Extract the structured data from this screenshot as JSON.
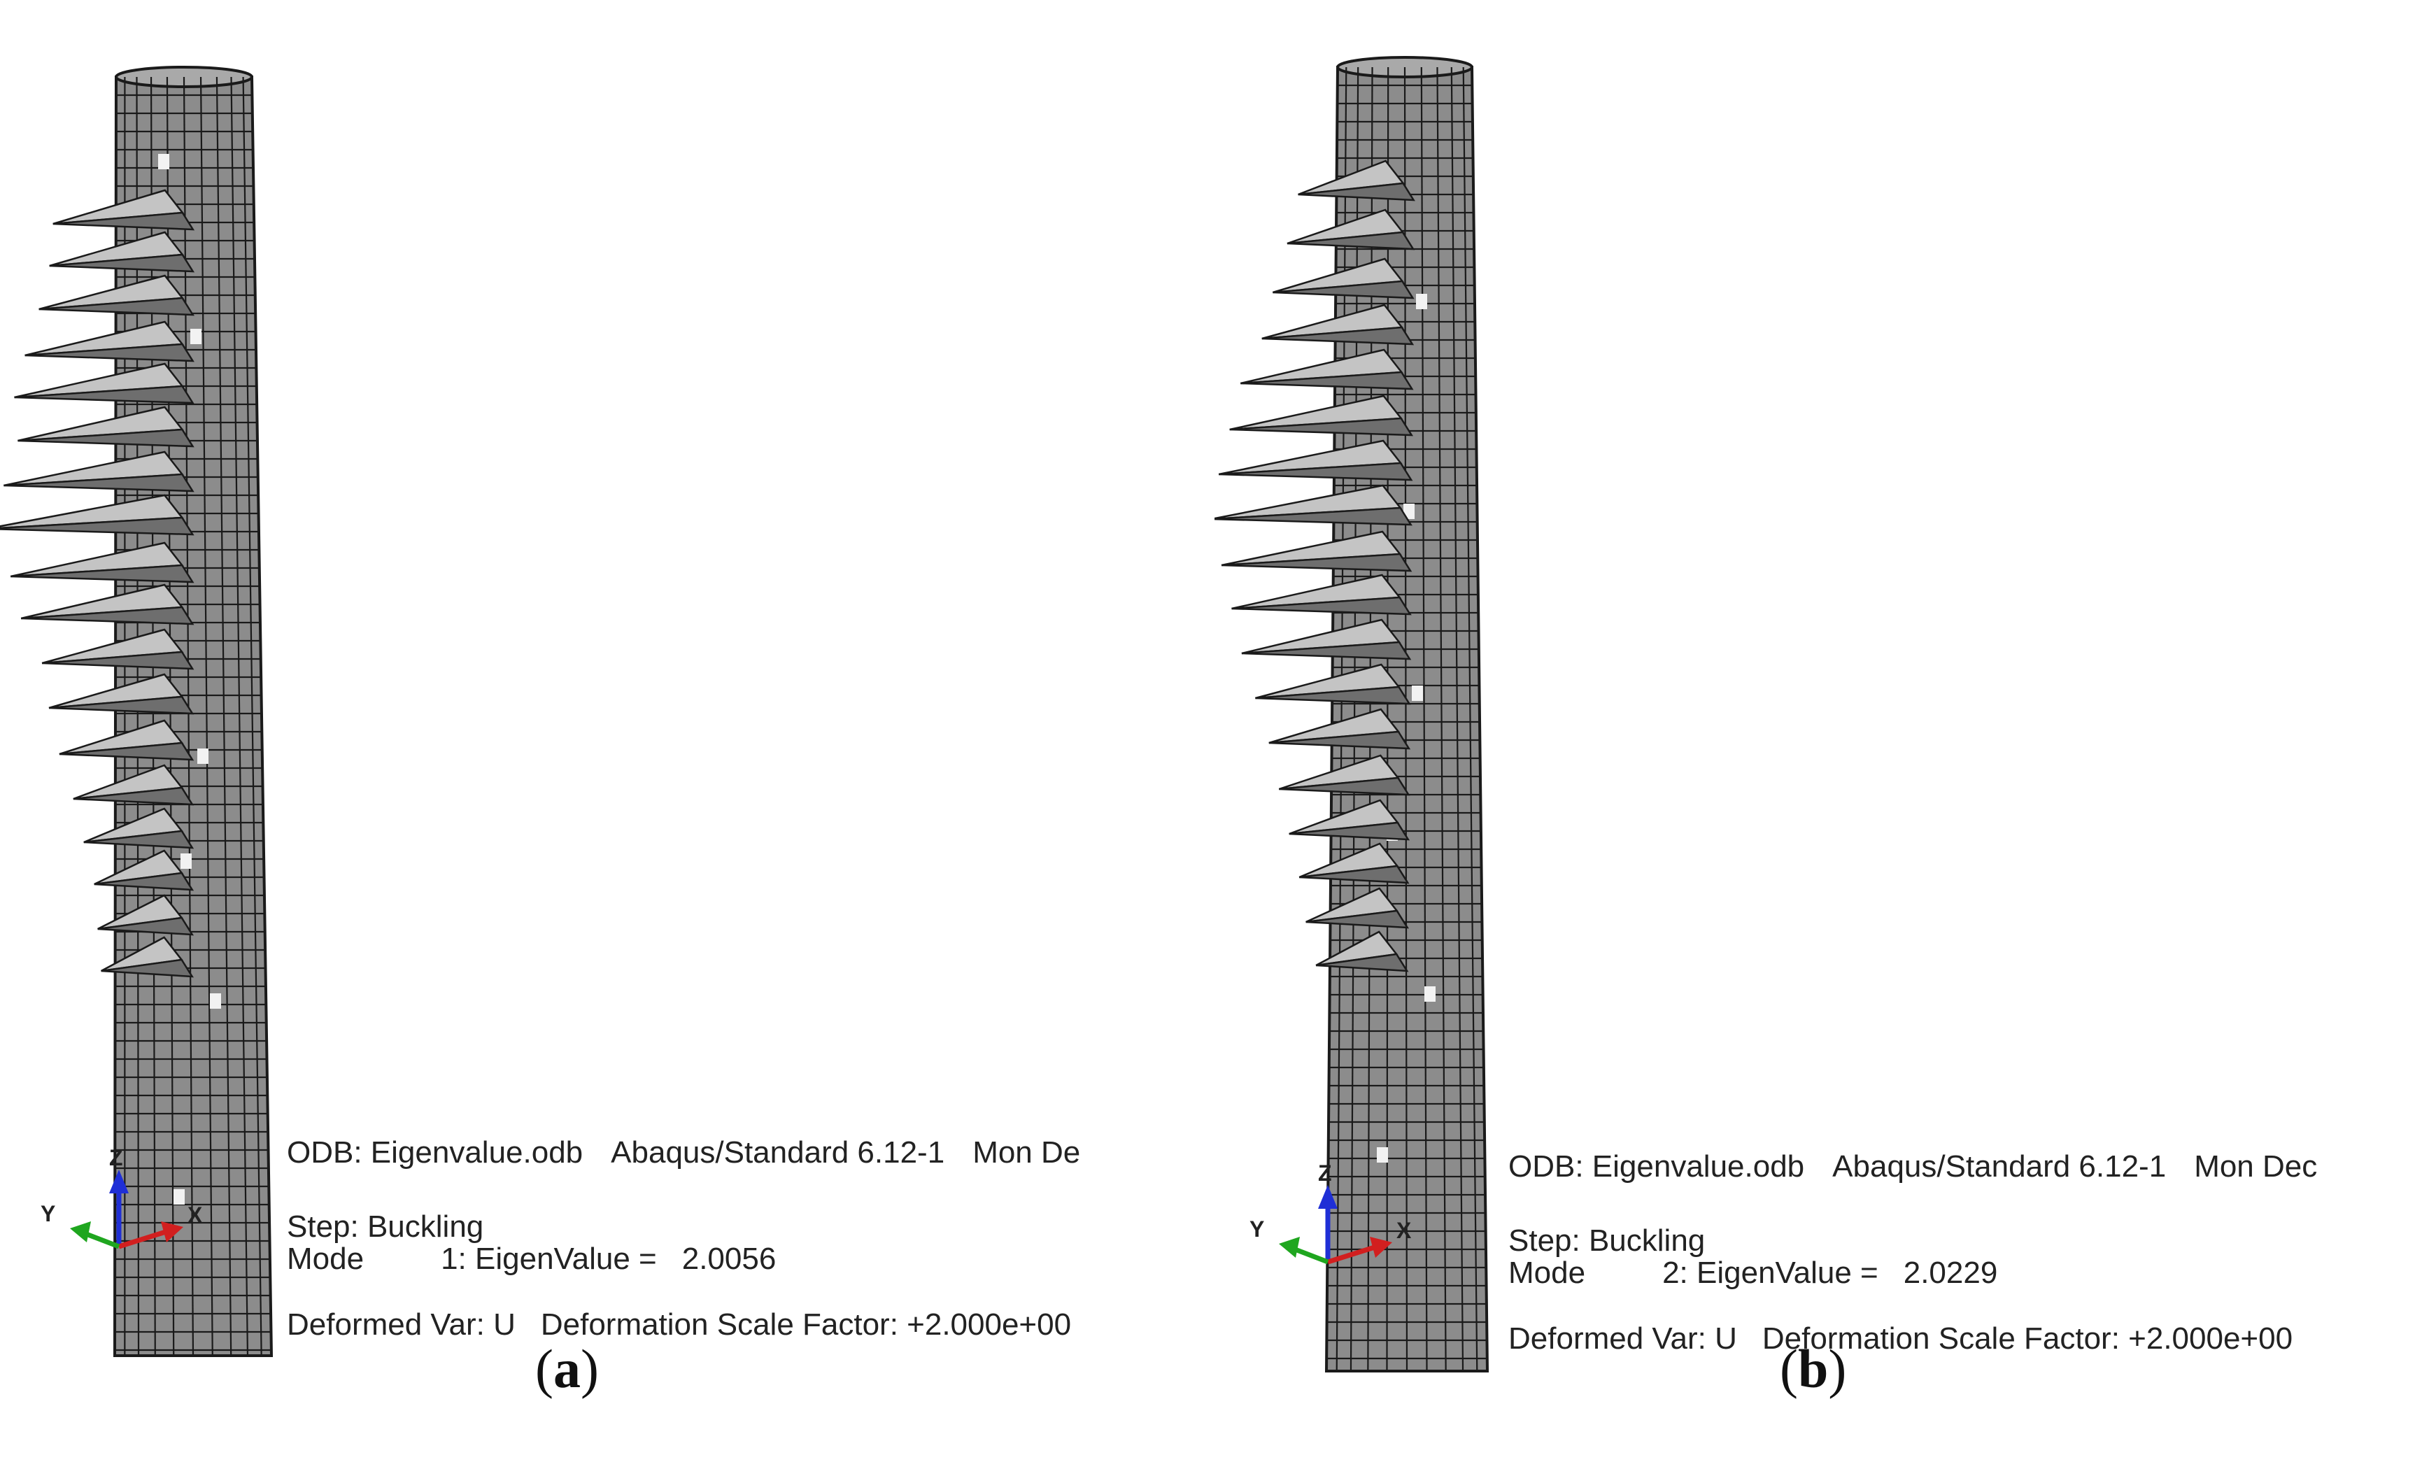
{
  "panels": [
    {
      "id": "a",
      "mode_number": 1,
      "caption": "a",
      "odb_line": {
        "odb": "ODB: Eigenvalue.odb",
        "solver": "Abaqus/Standard 6.12-1",
        "date": "Mon De"
      },
      "step_line": "Step: Buckling",
      "mode_line": {
        "label": "Mode",
        "index": "1: EigenValue =",
        "value": "2.0056"
      },
      "deformed_line": {
        "var": "Deformed Var: U",
        "scale": "Deformation Scale Factor: +2.000e+00"
      }
    },
    {
      "id": "b",
      "mode_number": 2,
      "caption": "b",
      "odb_line": {
        "odb": "ODB: Eigenvalue.odb",
        "solver": "Abaqus/Standard 6.12-1",
        "date": "Mon Dec"
      },
      "step_line": "Step: Buckling",
      "mode_line": {
        "label": "Mode",
        "index": "2: EigenValue =",
        "value": "2.0229"
      },
      "deformed_line": {
        "var": "Deformed Var: U",
        "scale": "Deformation Scale Factor: +2.000e+00"
      }
    }
  ],
  "triad": {
    "x_label": "X",
    "y_label": "Y",
    "z_label": "Z"
  },
  "colors": {
    "mesh_fill": "#8c8c8c",
    "mesh_line": "#1a1a1a",
    "axis_x": "#d21f1f",
    "axis_y": "#1fa61f",
    "axis_z": "#1f2fd6"
  }
}
